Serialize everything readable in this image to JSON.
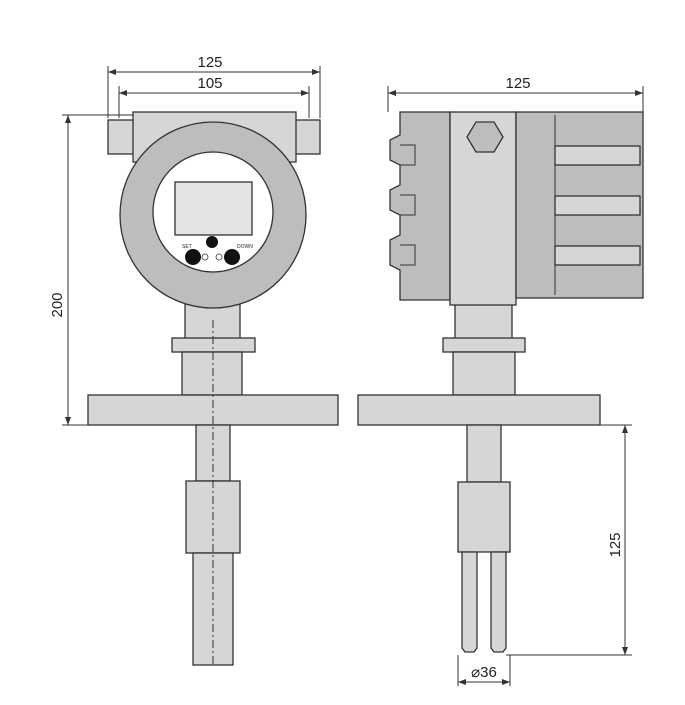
{
  "front_view": {
    "width_outer": "125",
    "width_inner": "105",
    "height_total": "200",
    "button_left_label": "SET",
    "button_right_label": "DOWN"
  },
  "side_view": {
    "width": "125",
    "probe_length": "125",
    "probe_diameter": "⌀36"
  },
  "colors": {
    "body": "#d6d6d6",
    "outline": "#333333"
  }
}
